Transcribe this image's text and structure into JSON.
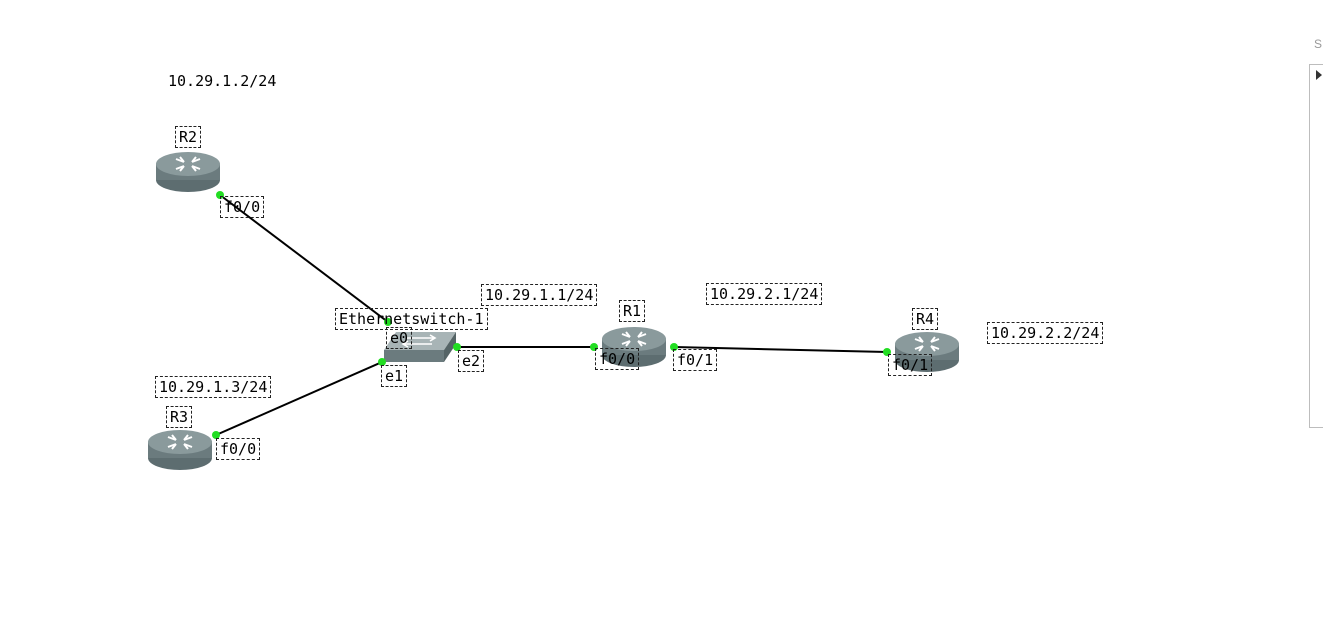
{
  "diagram": {
    "devices": [
      {
        "id": "R2",
        "name": "R2",
        "type": "router"
      },
      {
        "id": "R3",
        "name": "R3",
        "type": "router"
      },
      {
        "id": "R1",
        "name": "R1",
        "type": "router"
      },
      {
        "id": "R4",
        "name": "R4",
        "type": "router"
      },
      {
        "id": "SW1",
        "name": "Ethernetswitch-1",
        "type": "switch"
      }
    ],
    "ip_labels": {
      "r2": "10.29.1.2/24",
      "r3": "10.29.1.3/24",
      "r1_f0_0": "10.29.1.1/24",
      "r1_f0_1": "10.29.2.1/24",
      "r4": "10.29.2.2/24"
    },
    "ports": {
      "r2_f0_0": "f0/0",
      "r3_f0_0": "f0/0",
      "sw_e0": "e0",
      "sw_e1": "e1",
      "sw_e2": "e2",
      "r1_f0_0": "f0/0",
      "r1_f0_1": "f0/1",
      "r4_f0_1": "f0/1"
    },
    "links": [
      {
        "from": "R2",
        "from_port": "f0/0",
        "to": "SW1",
        "to_port": "e0"
      },
      {
        "from": "R3",
        "from_port": "f0/0",
        "to": "SW1",
        "to_port": "e1"
      },
      {
        "from": "SW1",
        "from_port": "e2",
        "to": "R1",
        "to_port": "f0/0"
      },
      {
        "from": "R1",
        "from_port": "f0/1",
        "to": "R4",
        "to_port": "f0/1"
      }
    ],
    "colors": {
      "link": "#000000",
      "port_up": "#22dd22",
      "router_body": "#7a8a8c"
    }
  },
  "side_panel": {
    "letter": "S"
  }
}
